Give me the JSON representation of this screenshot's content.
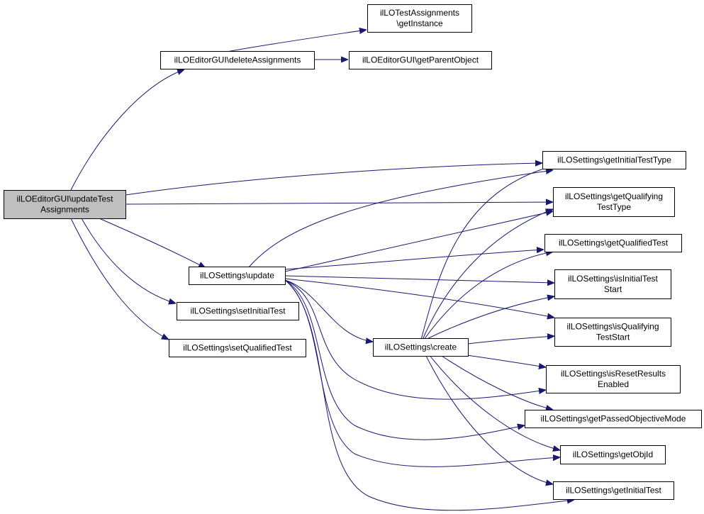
{
  "diagram": {
    "nodes": [
      {
        "id": "root",
        "lines": [
          "ilLOEditorGUI\\updateTest",
          "Assignments"
        ],
        "root": true
      },
      {
        "id": "deleteAssignments",
        "lines": [
          "ilLOEditorGUI\\deleteAssignments"
        ]
      },
      {
        "id": "getInstance",
        "lines": [
          "ilLOTestAssignments",
          "\\getInstance"
        ]
      },
      {
        "id": "getParentObject",
        "lines": [
          "ilLOEditorGUI\\getParentObject"
        ]
      },
      {
        "id": "update",
        "lines": [
          "ilLOSettings\\update"
        ]
      },
      {
        "id": "setInitialTest",
        "lines": [
          "ilLOSettings\\setInitialTest"
        ]
      },
      {
        "id": "setQualifiedTest",
        "lines": [
          "ilLOSettings\\setQualifiedTest"
        ]
      },
      {
        "id": "create",
        "lines": [
          "ilLOSettings\\create"
        ]
      },
      {
        "id": "getInitialTestType",
        "lines": [
          "ilLOSettings\\getInitialTestType"
        ]
      },
      {
        "id": "getQualifyingTestType",
        "lines": [
          "ilLOSettings\\getQualifying",
          "TestType"
        ]
      },
      {
        "id": "getQualifiedTest",
        "lines": [
          "ilLOSettings\\getQualifiedTest"
        ]
      },
      {
        "id": "isInitialTestStart",
        "lines": [
          "ilLOSettings\\isInitialTest",
          "Start"
        ]
      },
      {
        "id": "isQualifyingTestStart",
        "lines": [
          "ilLOSettings\\isQualifying",
          "TestStart"
        ]
      },
      {
        "id": "isResetResultsEnabled",
        "lines": [
          "ilLOSettings\\isResetResults",
          "Enabled"
        ]
      },
      {
        "id": "getPassedObjectiveMode",
        "lines": [
          "ilLOSettings\\getPassedObjectiveMode"
        ]
      },
      {
        "id": "getObjId",
        "lines": [
          "ilLOSettings\\getObjId"
        ]
      },
      {
        "id": "getInitialTest",
        "lines": [
          "ilLOSettings\\getInitialTest"
        ]
      }
    ],
    "edges": [
      {
        "from": "root",
        "to": "deleteAssignments"
      },
      {
        "from": "root",
        "to": "getInitialTestType"
      },
      {
        "from": "root",
        "to": "getQualifyingTestType"
      },
      {
        "from": "root",
        "to": "update"
      },
      {
        "from": "root",
        "to": "setInitialTest"
      },
      {
        "from": "root",
        "to": "setQualifiedTest"
      },
      {
        "from": "deleteAssignments",
        "to": "getInstance"
      },
      {
        "from": "deleteAssignments",
        "to": "getParentObject"
      },
      {
        "from": "update",
        "to": "getInitialTestType"
      },
      {
        "from": "update",
        "to": "getQualifyingTestType"
      },
      {
        "from": "update",
        "to": "getQualifiedTest"
      },
      {
        "from": "update",
        "to": "isInitialTestStart"
      },
      {
        "from": "update",
        "to": "isQualifyingTestStart"
      },
      {
        "from": "update",
        "to": "create"
      },
      {
        "from": "update",
        "to": "isResetResultsEnabled"
      },
      {
        "from": "update",
        "to": "getPassedObjectiveMode"
      },
      {
        "from": "update",
        "to": "getObjId"
      },
      {
        "from": "update",
        "to": "getInitialTest"
      },
      {
        "from": "create",
        "to": "getInitialTestType"
      },
      {
        "from": "create",
        "to": "getQualifyingTestType"
      },
      {
        "from": "create",
        "to": "getQualifiedTest"
      },
      {
        "from": "create",
        "to": "isInitialTestStart"
      },
      {
        "from": "create",
        "to": "isQualifyingTestStart"
      },
      {
        "from": "create",
        "to": "isResetResultsEnabled"
      },
      {
        "from": "create",
        "to": "getPassedObjectiveMode"
      },
      {
        "from": "create",
        "to": "getObjId"
      },
      {
        "from": "create",
        "to": "getInitialTest"
      }
    ],
    "colors": {
      "edge": "#191970",
      "root_fill": "#bfbfbf",
      "node_fill": "#ffffff",
      "border": "#000000"
    }
  }
}
